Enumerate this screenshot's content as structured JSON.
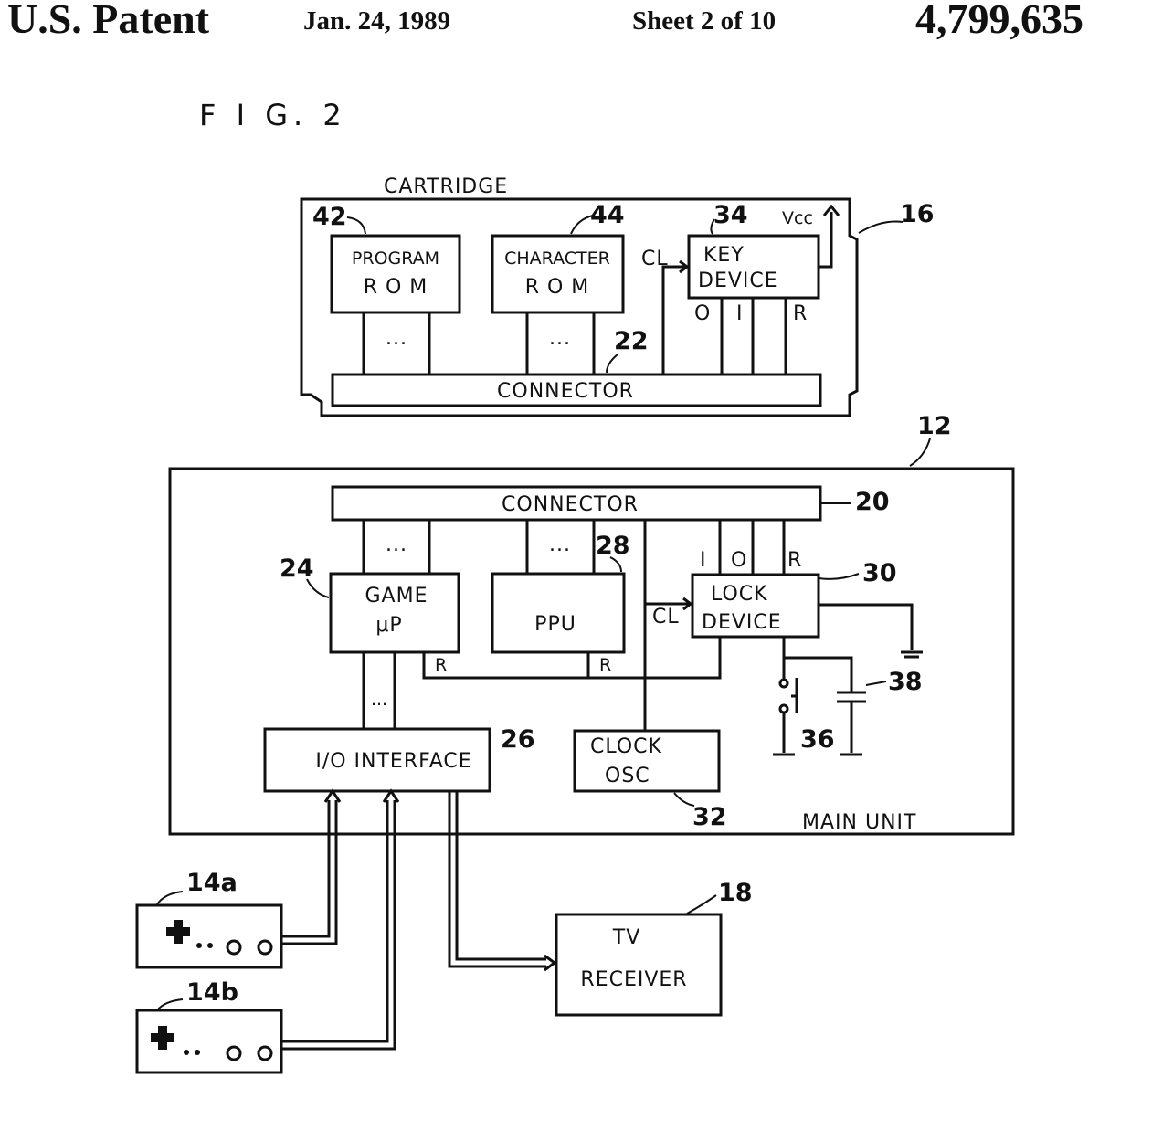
{
  "header": {
    "left": "U.S. Patent",
    "date": "Jan. 24, 1989",
    "sheet": "Sheet 2 of 10",
    "number": "4,799,635"
  },
  "figure": {
    "label": "F I G. 2",
    "cartridge": {
      "title": "CARTRIDGE",
      "ref": "16",
      "program_rom": {
        "line1": "PROGRAM",
        "line2": "R O M",
        "ref": "42"
      },
      "character_rom": {
        "line1": "CHARACTER",
        "line2": "R O M",
        "ref": "44"
      },
      "key_device": {
        "line1": "KEY",
        "line2": "DEVICE",
        "ref": "34"
      },
      "vcc": "Vcc",
      "cl": "CL",
      "pin_o": "O",
      "pin_i": "I",
      "pin_r": "R",
      "connector": {
        "label": "CONNECTOR",
        "ref": "22"
      },
      "dots": "..."
    },
    "main_unit": {
      "title": "MAIN UNIT",
      "ref": "12",
      "connector": {
        "label": "CONNECTOR",
        "ref": "20"
      },
      "game_up": {
        "line1": "GAME",
        "line2": "μP",
        "ref": "24"
      },
      "ppu": {
        "label": "PPU",
        "ref": "28"
      },
      "lock_device": {
        "line1": "LOCK",
        "line2": "DEVICE",
        "ref": "30"
      },
      "io_interface": {
        "label": "I/O INTERFACE",
        "ref": "26"
      },
      "clock_osc": {
        "line1": "CLOCK",
        "line2": "OSC",
        "ref": "32"
      },
      "cl": "CL",
      "pin_i": "I",
      "pin_o": "O",
      "pin_r": "R",
      "r": "R",
      "switch_ref": "36",
      "capacitor_ref": "38",
      "dots": "..."
    },
    "controller_a": {
      "ref": "14a"
    },
    "controller_b": {
      "ref": "14b"
    },
    "tv": {
      "line1": "TV",
      "line2": "RECEIVER",
      "ref": "18"
    }
  }
}
